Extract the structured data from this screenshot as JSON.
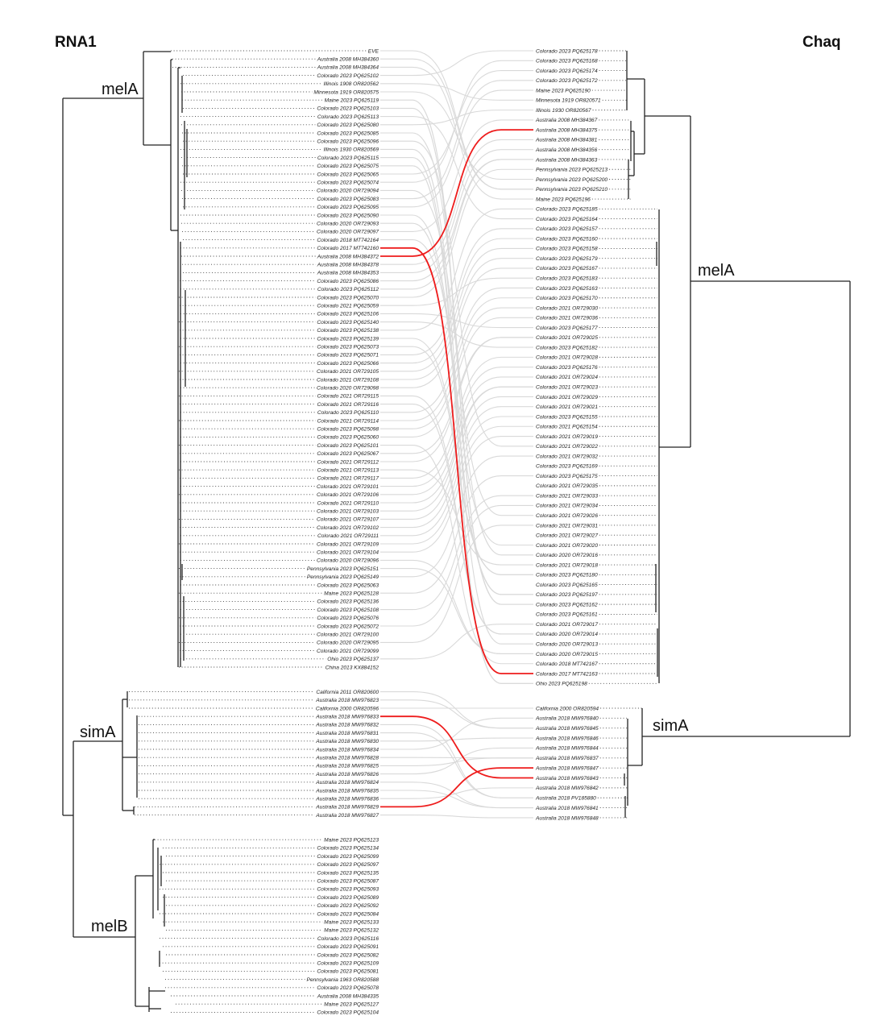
{
  "headers": {
    "left": "RNA1",
    "right": "Chaq"
  },
  "clades": {
    "left": {
      "melA": "melA",
      "simA": "simA",
      "melB": "melB"
    },
    "right": {
      "melA": "melA",
      "simA": "simA"
    }
  },
  "colors": {
    "highlight": "#ee1c1c",
    "link": "#d9d9d9",
    "branch": "#222222"
  },
  "left_tree": {
    "melA": [
      "EVE",
      "Australia 2008 MH384360",
      "Australia 2008 MH384364",
      "Colorado 2023 PQ625102",
      "Illinois 1908 OR820562",
      "Minnesota 1919 OR820575",
      "Maine 2023 PQ625119",
      "Colorado 2023 PQ625103",
      "Colorado 2023 PQ625113",
      "Colorado 2023 PQ625080",
      "Colorado 2023 PQ625085",
      "Colorado 2023 PQ625096",
      "Illinois 1930 OR820569",
      "Colorado 2023 PQ625115",
      "Colorado 2023 PQ625075",
      "Colorado 2023 PQ625065",
      "Colorado 2023 PQ625074",
      "Colorado 2020 OR729094",
      "Colorado 2023 PQ625083",
      "Colorado 2023 PQ625095",
      "Colorado 2023 PQ625090",
      "Colorado 2020 OR729093",
      "Colorado 2020 OR729097",
      "Colorado 2018 MT742164",
      "Colorado 2017 MT742160",
      "Australia 2008 MH384372",
      "Australia 2008 MH384378",
      "Australia 2008 MH384353",
      "Colorado 2023 PQ625086",
      "Colorado 2023 PQ625112",
      "Colorado 2023 PQ625070",
      "Colorado 2021 PQ625059",
      "Colorado 2023 PQ625106",
      "Colorado 2023 PQ625140",
      "Colorado 2023 PQ625138",
      "Colorado 2023 PQ625139",
      "Colorado 2023 PQ625073",
      "Colorado 2023 PQ625071",
      "Colorado 2023 PQ625066",
      "Colorado 2021 OR729105",
      "Colorado 2021 OR729108",
      "Colorado 2020 OR729098",
      "Colorado 2021 OR729115",
      "Colorado 2021 OR729116",
      "Colorado 2023 PQ625110",
      "Colorado 2021 OR729114",
      "Colorado 2023 PQ625098",
      "Colorado 2023 PQ625060",
      "Colorado 2023 PQ625101",
      "Colorado 2023 PQ625067",
      "Colorado 2021 OR729112",
      "Colorado 2021 OR729113",
      "Colorado 2021 OR729117",
      "Colorado 2021 OR729101",
      "Colorado 2021 OR729106",
      "Colorado 2021 OR729110",
      "Colorado 2021 OR729103",
      "Colorado 2021 OR729107",
      "Colorado 2021 OR729102",
      "Colorado 2021 OR729111",
      "Colorado 2021 OR729109",
      "Colorado 2021 OR729104",
      "Colorado 2020 OR729096",
      "Pennsylvania 2023 PQ625151",
      "Pennsylvania 2023 PQ625149",
      "Colorado 2023 PQ625063",
      "Maine 2023 PQ625128",
      "Colorado 2023 PQ625136",
      "Colorado 2023 PQ625108",
      "Colorado 2023 PQ625076",
      "Colorado 2023 PQ625072",
      "Colorado 2021 OR729100",
      "Colorado 2020 OR729095",
      "Colorado 2021 OR729099",
      "Ohio 2023 PQ625137",
      "China 2013 KX884152"
    ],
    "simA": [
      "California 2011 OR820600",
      "Australia 2018 MW976823",
      "California 2000 OR820596",
      "Australia 2018 MW976833",
      "Australia 2018 MW976832",
      "Australia 2018 MW976831",
      "Australia 2018 MW976830",
      "Australia 2018 MW976834",
      "Australia 2018 MW976828",
      "Australia 2018 MW976825",
      "Australia 2018 MW976826",
      "Australia 2018 MW976824",
      "Australia 2018 MW976835",
      "Australia 2018 MW976836",
      "Australia 2018 MW976829",
      "Australia 2018 MW976827"
    ],
    "melB": [
      "Maine 2023 PQ625123",
      "Colorado 2023 PQ625134",
      "Colorado 2023 PQ625099",
      "Colorado 2023 PQ625097",
      "Colorado 2023 PQ625135",
      "Colorado 2023 PQ625087",
      "Colorado 2023 PQ625093",
      "Colorado 2023 PQ625089",
      "Colorado 2023 PQ625092",
      "Colorado 2023 PQ625084",
      "Maine 2023 PQ625133",
      "Maine 2023 PQ625132",
      "Colorado 2023 PQ625116",
      "Colorado 2023 PQ625091",
      "Colorado 2023 PQ625082",
      "Colorado 2023 PQ625109",
      "Colorado 2023 PQ625081",
      "Pennsylvania 1963 OR820588",
      "Colorado 2023 PQ625078",
      "Australia 2008 MH384335",
      "Maine 2023 PQ625127",
      "Colorado 2023 PQ625104"
    ]
  },
  "right_tree": {
    "melA": [
      "Colorado 2023 PQ625178",
      "Colorado 2023 PQ625168",
      "Colorado 2023 PQ625174",
      "Colorado 2023 PQ625172",
      "Maine 2023 PQ625190",
      "Minnesota 1919 OR820571",
      "Illinois 1930 OR820567",
      "Australia 2008 MH384367",
      "Australia 2008 MH384375",
      "Australia 2008 MH384381",
      "Australia 2008 MH384356",
      "Australia 2008 MH384363",
      "Pennsylvania 2023 PQ625213",
      "Pennsylvania 2023 PQ625200",
      "Pennsylvania 2023 PQ625210",
      "Maine 2023 PQ625196",
      "Colorado 2023 PQ625185",
      "Colorado 2023 PQ625164",
      "Colorado 2023 PQ625157",
      "Colorado 2023 PQ625160",
      "Colorado 2023 PQ625158",
      "Colorado 2023 PQ625179",
      "Colorado 2023 PQ625167",
      "Colorado 2023 PQ625183",
      "Colorado 2023 PQ625163",
      "Colorado 2023 PQ625170",
      "Colorado 2021 OR729030",
      "Colorado 2021 OR729036",
      "Colorado 2023 PQ625177",
      "Colorado 2021 OR729025",
      "Colorado 2023 PQ625182",
      "Colorado 2021 OR729028",
      "Colorado 2023 PQ625176",
      "Colorado 2021 OR729024",
      "Colorado 2021 OR729023",
      "Colorado 2021 OR729029",
      "Colorado 2021 OR729021",
      "Colorado 2023 PQ625155",
      "Colorado 2021 PQ625154",
      "Colorado 2021 OR729019",
      "Colorado 2021 OR729022",
      "Colorado 2021 OR729032",
      "Colorado 2023 PQ625169",
      "Colorado 2023 PQ625175",
      "Colorado 2021 OR729035",
      "Colorado 2021 OR729033",
      "Colorado 2021 OR729034",
      "Colorado 2021 OR729026",
      "Colorado 2021 OR729031",
      "Colorado 2021 OR729027",
      "Colorado 2021 OR729020",
      "Colorado 2020 OR729016",
      "Colorado 2021 OR729018",
      "Colorado 2023 PQ625180",
      "Colorado 2023 PQ625165",
      "Colorado 2023 PQ625197",
      "Colorado 2023 PQ625162",
      "Colorado 2023 PQ625161",
      "Colorado 2021 OR729017",
      "Colorado 2020 OR729014",
      "Colorado 2020 OR729013",
      "Colorado 2020 OR729015",
      "Colorado 2018 MT742167",
      "Colorado 2017 MT742163",
      "Ohio 2023 PQ625198"
    ],
    "simA": [
      "California 2000 OR820594",
      "Australia 2018 MW976840",
      "Australia 2018 MW976845",
      "Australia 2018 MW976846",
      "Australia 2018 MW976844",
      "Australia 2018 MW976837",
      "Australia 2018 MW976847",
      "Australia 2018 MW976843",
      "Australia 2018 MW976842",
      "Australia 2018 PV185880",
      "Australia 2018 MW976841",
      "Australia 2018 MW976848"
    ]
  },
  "highlighted_links": [
    {
      "clade": "melA",
      "left": "Colorado 2017 MT742160",
      "right": "Colorado 2017 MT742163"
    },
    {
      "clade": "melA",
      "left": "Australia 2008 MH384372",
      "right": "Australia 2008 MH384375"
    },
    {
      "clade": "simA",
      "left": "Australia 2018 MW976833",
      "right": "Australia 2018 MW976843"
    },
    {
      "clade": "simA",
      "left": "Australia 2018 MW976829",
      "right": "Australia 2018 MW976847"
    }
  ]
}
